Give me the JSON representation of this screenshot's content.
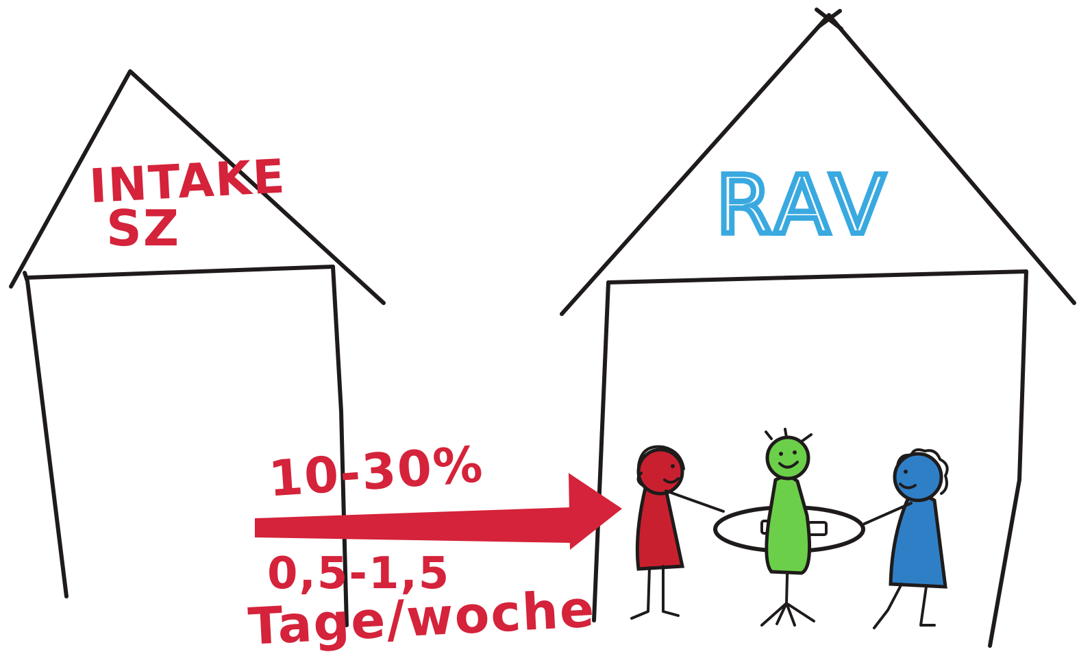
{
  "houses": {
    "left": {
      "label_line1": "INTAKE",
      "label_line2": "SZ"
    },
    "right": {
      "label": "RAV"
    }
  },
  "transfer": {
    "percentage": "10-30%",
    "days": "0,5-1,5",
    "unit": "Tage/woche"
  },
  "colors": {
    "ink": "#1f1b1b",
    "red": "#d4233a",
    "blue_text": "#39a9e0",
    "green_person": "#6ccf4a",
    "blue_person": "#2f7fc6",
    "red_person": "#c9202f"
  },
  "icons": [
    "house-left-icon",
    "house-right-icon",
    "arrow-icon",
    "person-red-icon",
    "person-green-icon",
    "person-blue-icon",
    "table-icon"
  ]
}
